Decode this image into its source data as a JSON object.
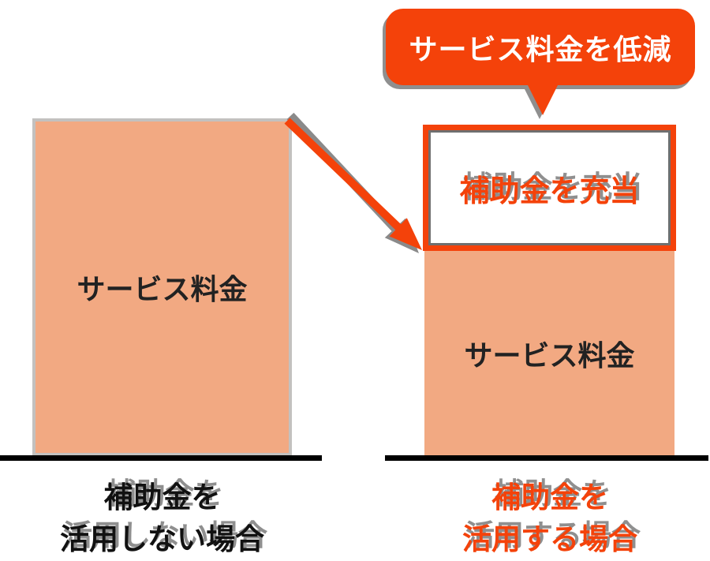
{
  "diagram": {
    "bubble": {
      "label": "サービス料金を低減"
    },
    "left": {
      "bar_label": "サービス料金",
      "caption_line1": "補助金を",
      "caption_line2": "活用しない場合"
    },
    "right": {
      "subsidy_label": "補助金を充当",
      "bar_label": "サービス料金",
      "caption_line1": "補助金を",
      "caption_line2": "活用する場合"
    },
    "colors": {
      "accent_orange": "#f4420a",
      "bar_salmon": "#f2a982",
      "shadow_gray": "#8f8f8f",
      "bar_border_gray": "#c3c1bf",
      "box_inner_gray": "#6f6f6f",
      "baseline_black": "#000000",
      "text_black": "#111111",
      "text_white": "#ffffff"
    }
  }
}
